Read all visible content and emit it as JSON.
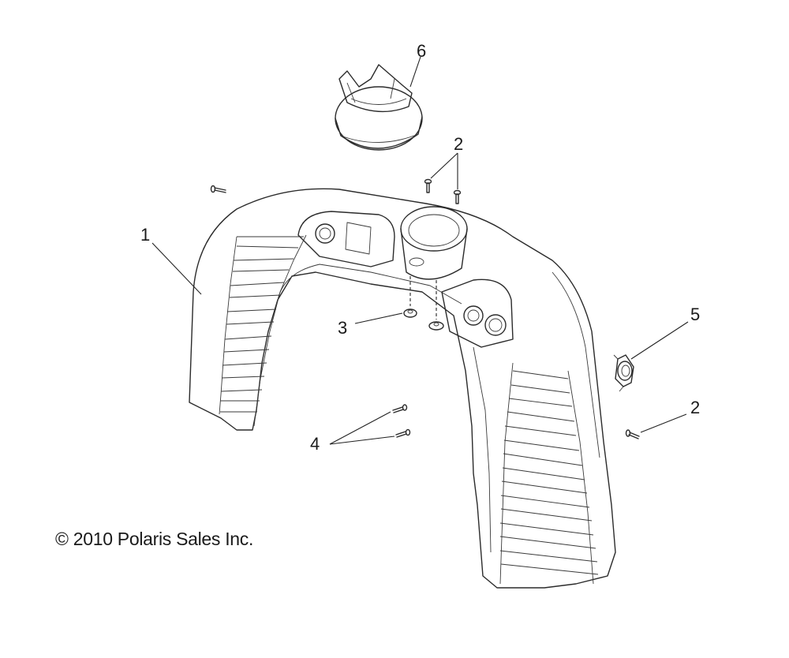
{
  "callouts": {
    "c1": "1",
    "c2_top": "2",
    "c2_right": "2",
    "c3": "3",
    "c4": "4",
    "c5": "5",
    "c6": "6"
  },
  "copyright": "© 2010 Polaris Sales Inc.",
  "colors": {
    "line": "#2b2b2b",
    "shade": "#d9d9d9",
    "background": "#ffffff"
  },
  "parts": {
    "part_1": "shroud-panel",
    "part_2": "screw",
    "part_3": "grommet",
    "part_4": "screw",
    "part_5": "clip-nut",
    "part_6": "gauge-cup"
  }
}
